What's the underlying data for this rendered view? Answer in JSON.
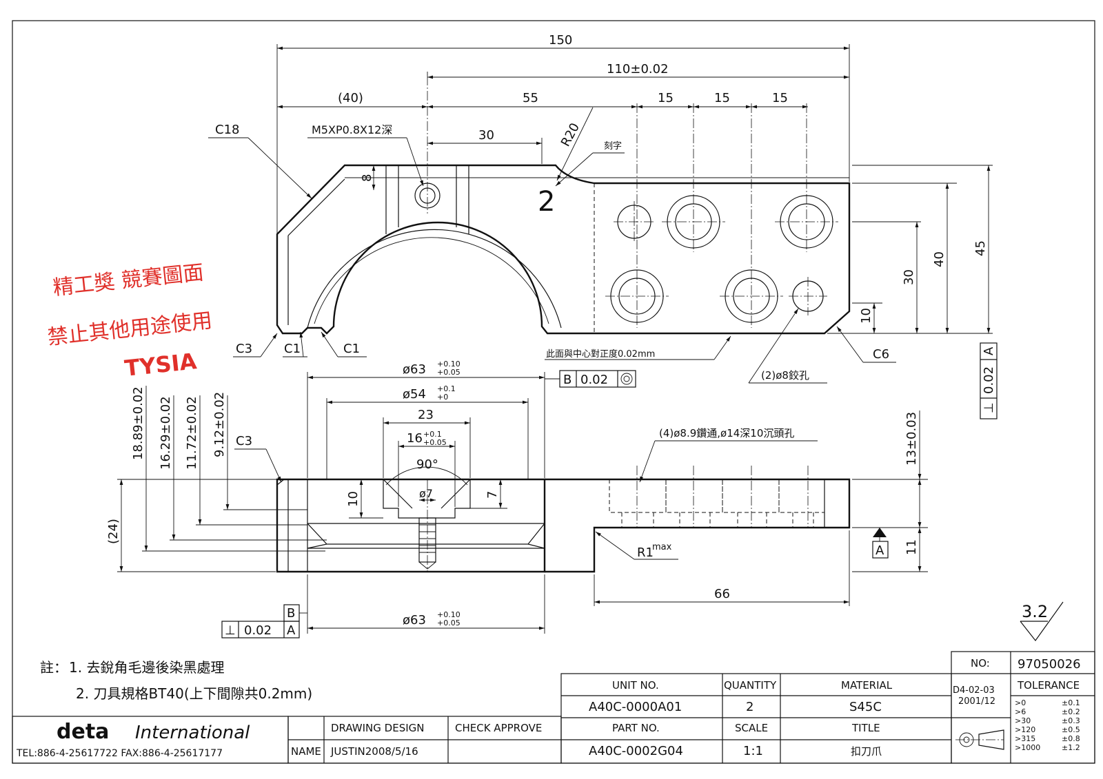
{
  "dims": {
    "total_width": "150",
    "span_110": "110±0.02",
    "left_40": "(40)",
    "d55": "55",
    "d15a": "15",
    "d15b": "15",
    "d15c": "15",
    "d30": "30",
    "r20": "R20",
    "d8": "8",
    "h30": "30",
    "h40": "40",
    "h45": "45",
    "h10": "10",
    "c18": "C18",
    "c3_top": "C3",
    "c1a": "C1",
    "c1b": "C1",
    "c6": "C6",
    "thread": "M5XP0.8X12深",
    "engrave": "刻字",
    "engrave_mark": "2",
    "center_note": "此面與中心對正度0.02mm",
    "pin_hole": "(2)ø8鉸孔",
    "phi63_top": "ø63",
    "phi63_top_tol_up": "+0.10",
    "phi63_top_tol_lo": "+0.05",
    "phi54": "ø54",
    "phi54_tol_up": "+0.1",
    "phi54_tol_lo": "+0",
    "d23": "23",
    "d16": "16",
    "d16_tol_up": "+0.1",
    "d16_tol_lo": "+0.05",
    "angle90": "90°",
    "phi7": "ø7",
    "v18_89": "18.89±0.02",
    "v16_29": "16.29±0.02",
    "v11_72": "11.72±0.02",
    "v9_12": "9.12±0.02",
    "c3_front": "C3",
    "v24": "(24)",
    "v10": "10",
    "v7": "7",
    "counterbore": "(4)ø8.9鑽通,ø14深10沉頭孔",
    "v13": "13±0.03",
    "v11": "11",
    "r1": "R1",
    "r1_sup": "max",
    "d66": "66",
    "phi63_bottom": "ø63",
    "phi63_bottom_tol_up": "+0.10",
    "phi63_bottom_tol_lo": "+0.05"
  },
  "gdt": {
    "concentric_ref": "B",
    "concentric_val": "0.02",
    "perp_right_sym": "⊥",
    "perp_right_val": "0.02",
    "perp_right_ref": "A",
    "perp_left_sym": "⊥",
    "perp_left_val": "0.02",
    "perp_left_ref": "A",
    "datum_b": "B",
    "datum_a": "A"
  },
  "surface_finish": "3.2",
  "watermark": {
    "line1": "精工獎 競賽圖面",
    "line2": "禁止其他用途使用",
    "line3": "TYSIA"
  },
  "notes": {
    "prefix": "註：",
    "note1": "1. 去銳角毛邊後染黑處理",
    "note2": "2. 刀具規格BT40(上下間隙共0.2mm)"
  },
  "title_block": {
    "company_bold": "deta",
    "company_italic": "International",
    "contact": "TEL:886-4-25617722  FAX:886-4-25617177",
    "name_label": "NAME",
    "drawing_design_label": "DRAWING  DESIGN",
    "drawing_design_value": "JUSTIN2008/5/16",
    "check_approve_label": "CHECK  APPROVE",
    "unit_no_label": "UNIT NO.",
    "unit_no_value": "A40C-0000A01",
    "quantity_label": "QUANTITY",
    "quantity_value": "2",
    "material_label": "MATERIAL",
    "material_value": "S45C",
    "part_no_label": "PART NO.",
    "part_no_value": "A40C-0002G04",
    "scale_label": "SCALE",
    "scale_value": "1:1",
    "title_label": "TITLE",
    "title_value": "扣刀爪",
    "no_label": "NO:",
    "no_value": "97050026",
    "rev_code": "D4-02-03",
    "rev_date": "2001/12",
    "tolerance_label": "TOLERANCE",
    "tolerances": [
      {
        "range": ">0",
        "value": "±0.1"
      },
      {
        "range": ">6",
        "value": "±0.2"
      },
      {
        "range": ">30",
        "value": "±0.3"
      },
      {
        "range": ">120",
        "value": "±0.5"
      },
      {
        "range": ">315",
        "value": "±0.8"
      },
      {
        "range": ">1000",
        "value": "±1.2"
      }
    ]
  }
}
